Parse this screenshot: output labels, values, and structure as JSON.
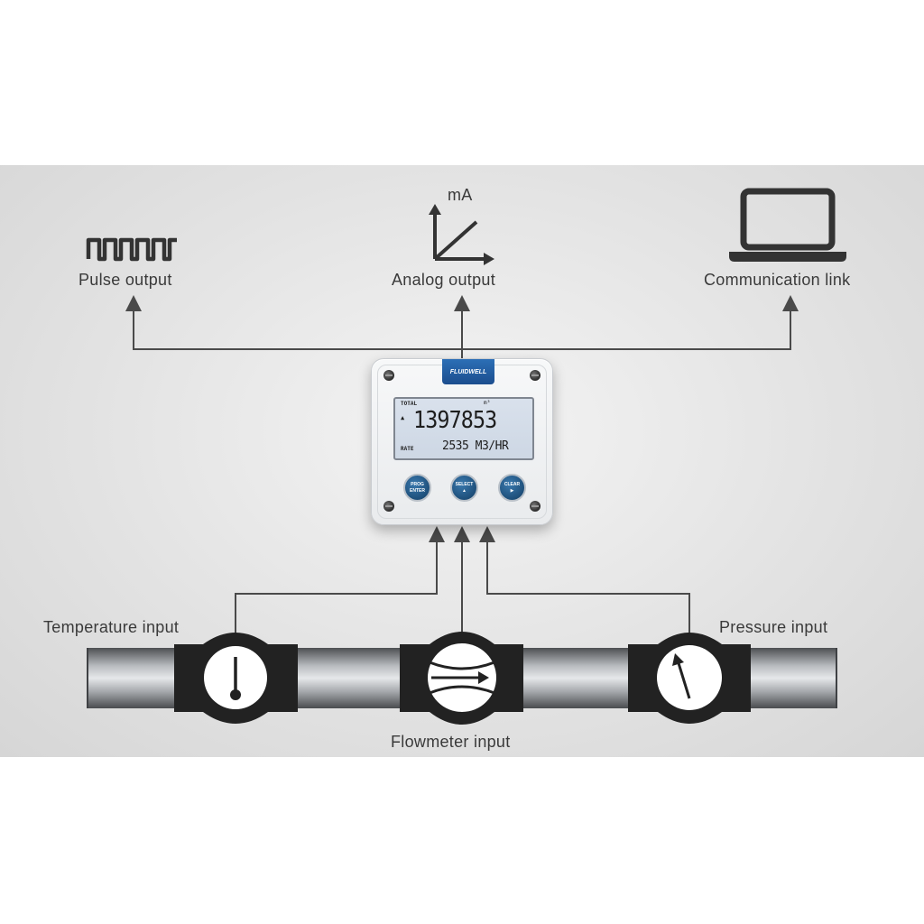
{
  "outputs": {
    "pulse": "Pulse output",
    "analog": "Analog output",
    "analog_axis_unit": "mA",
    "communication": "Communication link"
  },
  "inputs": {
    "temperature": "Temperature input",
    "pressure": "Pressure input",
    "flowmeter": "Flowmeter input"
  },
  "device": {
    "brand": "FLUIDWELL",
    "total_label": "TOTAL",
    "total_unit": "m³",
    "total_value": "1397853",
    "rate_label": "RATE",
    "rate_value": "2535 M3/HR",
    "buttons": [
      {
        "top": "PROG",
        "bottom": "ENTER"
      },
      {
        "top": "SELECT",
        "bottom": "▲"
      },
      {
        "top": "CLEAR",
        "bottom": "▶"
      }
    ]
  },
  "colors": {
    "line": "#4a4a4a",
    "pipe_dark": "#5a5c5f",
    "pipe_light": "#d4d6d9",
    "housing": "#222222",
    "button_blue": "#1e4f7a",
    "logo_blue": "#2c6fb6"
  }
}
